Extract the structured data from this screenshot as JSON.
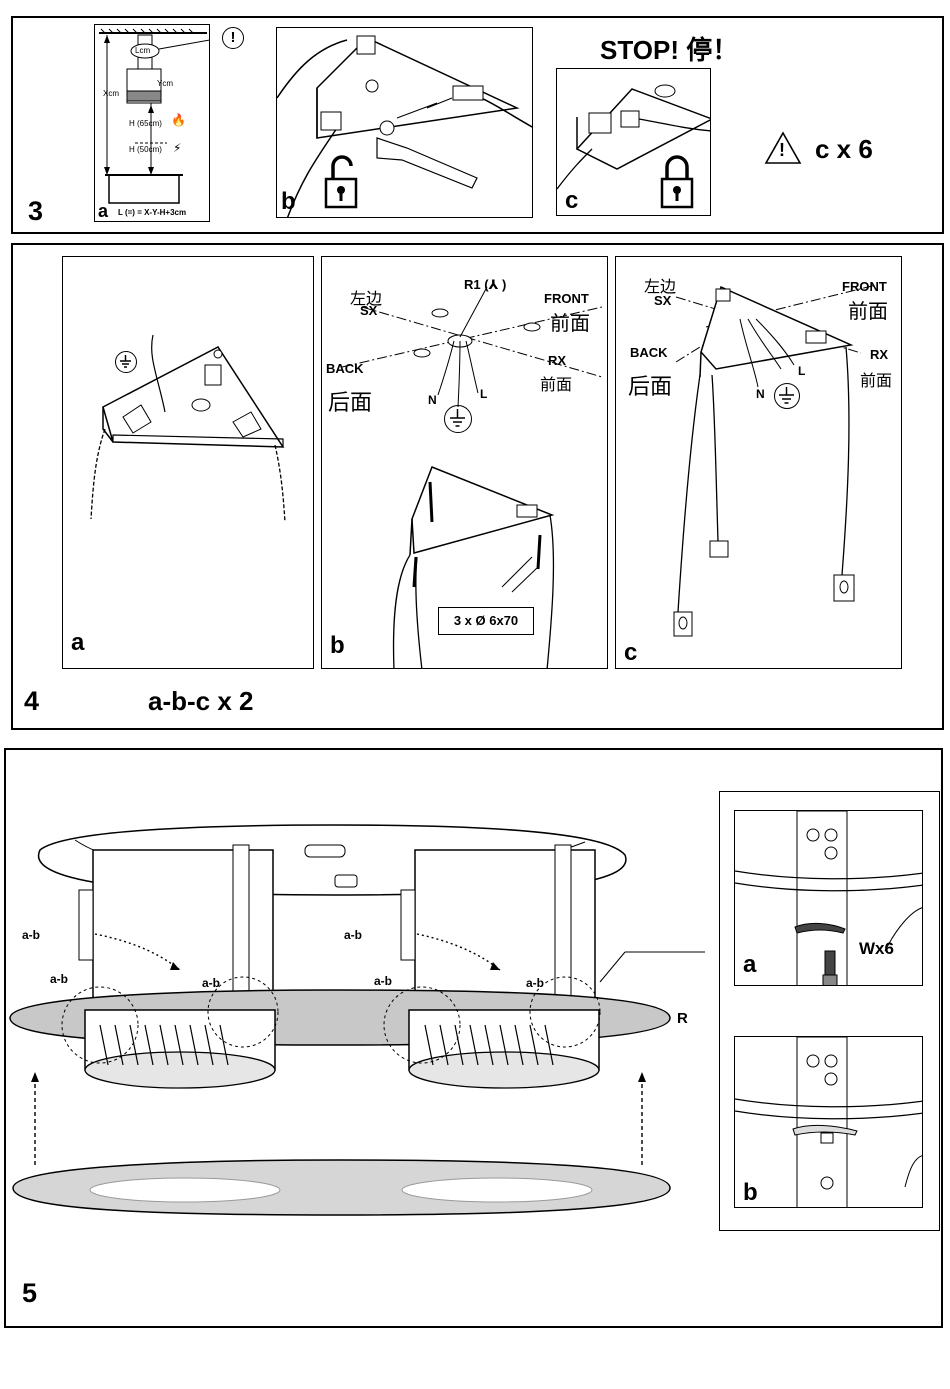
{
  "step3": {
    "number": "3",
    "panel_a": {
      "letter": "a",
      "l_label": "Lcm",
      "y_label": "Ycm",
      "x_label": "Xcm",
      "h_gas": "H (65cm)",
      "h_elec": "H (50cm)",
      "formula": "L (=) = X-Y-H+3cm",
      "warning": "!"
    },
    "panel_b": {
      "letter": "b"
    },
    "panel_c": {
      "letter": "c"
    },
    "stop_text": "STOP! 停！",
    "repeat": "c x 6",
    "warning": "!"
  },
  "step4": {
    "number": "4",
    "repeat": "a-b-c x 2",
    "panel_a": {
      "letter": "a"
    },
    "panel_b": {
      "letter": "b",
      "left_cn": "左边",
      "sx": "SX",
      "r1": "R1 (⅄ )",
      "front": "FRONT",
      "front_cn": "前面",
      "back": "BACK",
      "back_cn": "后面",
      "rx": "RX",
      "rx_cn": "前面",
      "n": "N",
      "l": "L",
      "screws": "3 x Ø 6x70"
    },
    "panel_c": {
      "letter": "c",
      "left_cn": "左边",
      "sx": "SX",
      "front": "FRONT",
      "front_cn": "前面",
      "back": "BACK",
      "back_cn": "后面",
      "rx": "RX",
      "rx_cn": "前面",
      "n": "N",
      "l": "L"
    }
  },
  "step5": {
    "number": "5",
    "ab_labels": [
      "a-b",
      "a-b",
      "a-b",
      "a-b",
      "a-b",
      "a-b"
    ],
    "r_label": "R",
    "detail_a": {
      "letter": "a",
      "count": "Wx6"
    },
    "detail_b": {
      "letter": "b"
    }
  },
  "icons": [
    "warning-icon",
    "unlocked-padlock-icon",
    "locked-padlock-icon",
    "ground-icon",
    "flame-icon",
    "lightning-icon"
  ]
}
